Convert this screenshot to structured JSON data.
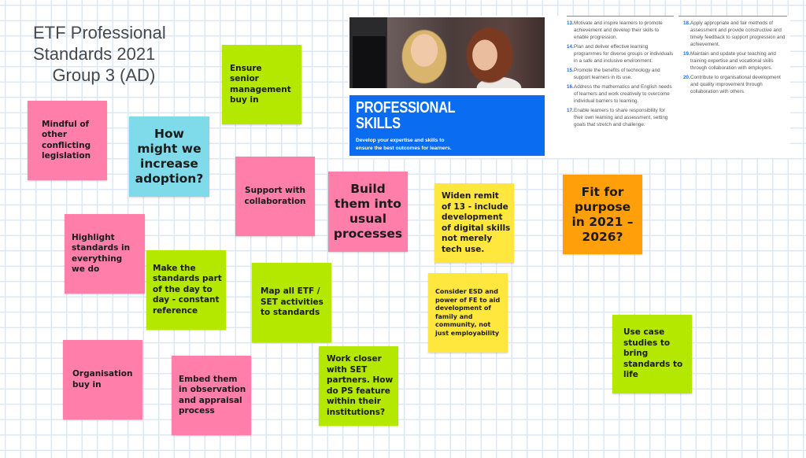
{
  "board": {
    "title": "ETF Professional\nStandards 2021\n    Group 3 (AD)"
  },
  "colors": {
    "pink": "#ff7eaa",
    "lime": "#b4e800",
    "cyan": "#7fdbea",
    "yellow": "#ffe73e",
    "orange": "#ff9f0a",
    "brand_blue": "#0a6cf0",
    "grid": "#dde8f7"
  },
  "notes": [
    {
      "id": "mindful",
      "color": "pink",
      "text": "Mindful of other conflicting legislation"
    },
    {
      "id": "how-might-we",
      "color": "cyan",
      "text": "How might we increase adoption?"
    },
    {
      "id": "senior-management",
      "color": "lime",
      "text": "Ensure senior management buy in"
    },
    {
      "id": "support-collaboration",
      "color": "pink",
      "text": "Support with collaboration"
    },
    {
      "id": "build-processes",
      "color": "pink",
      "text": "Build them into usual processes"
    },
    {
      "id": "widen-remit",
      "color": "yellow",
      "text": "Widen remit of 13 - include development of digital skills not merely tech use."
    },
    {
      "id": "fit-for-purpose",
      "color": "orange",
      "text": "Fit for purpose in 2021 – 2026?"
    },
    {
      "id": "highlight-standards",
      "color": "pink",
      "text": "Highlight standards in everything we do"
    },
    {
      "id": "make-standards-part",
      "color": "lime",
      "text": "Make the standards part of the day to day - constant reference"
    },
    {
      "id": "map-activities",
      "color": "lime",
      "text": "Map all ETF / SET activities to standards"
    },
    {
      "id": "consider-esd",
      "color": "yellow",
      "text": "Consider ESD and power of FE to aid development of family and community, not just employability"
    },
    {
      "id": "organisation-buy-in",
      "color": "pink",
      "text": "Organisation buy in"
    },
    {
      "id": "embed-observation",
      "color": "pink",
      "text": "Embed them in observation and appraisal process"
    },
    {
      "id": "work-closer",
      "color": "lime",
      "text": "Work closer with SET partners. How do PS feature within their institutions?"
    },
    {
      "id": "case-studies",
      "color": "lime",
      "text": "Use case studies to bring standards to life"
    }
  ],
  "reference_card": {
    "headline": "PROFESSIONAL\nSKILLS",
    "subtitle": "Develop your expertise and skills to\nensure the best outcomes for learners.",
    "standards_col1": [
      {
        "num": "13.",
        "text": "Motivate and inspire learners to promote achievement and develop their skills to enable progression."
      },
      {
        "num": "14.",
        "text": "Plan and deliver effective learning programmes for diverse groups or individuals in a safe and inclusive environment."
      },
      {
        "num": "15.",
        "text": "Promote the benefits of technology and support learners in its use."
      },
      {
        "num": "16.",
        "text": "Address the mathematics and English needs of learners and work creatively to overcome individual barriers to learning."
      },
      {
        "num": "17.",
        "text": "Enable learners to share responsibility for their own learning and assessment, setting goals that stretch and challenge."
      }
    ],
    "standards_col2": [
      {
        "num": "18.",
        "text": "Apply appropriate and fair methods of assessment and provide constructive and timely feedback to support progression and achievement."
      },
      {
        "num": "19.",
        "text": "Maintain and update your teaching and training expertise and vocational skills through collaboration with employers."
      },
      {
        "num": "20.",
        "text": "Contribute to organisational development and quality improvement through collaboration with others."
      }
    ]
  }
}
